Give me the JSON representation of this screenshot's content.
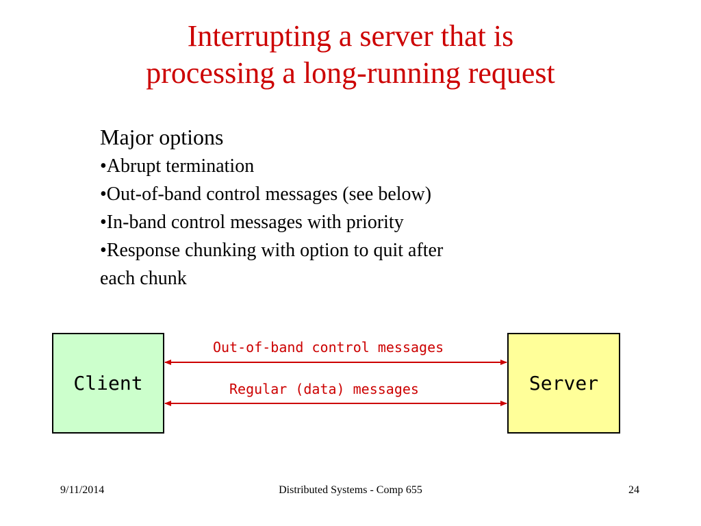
{
  "slide": {
    "title_lines": [
      "Interrupting a server that is",
      "processing a long-running request"
    ],
    "heading": "Major options",
    "bullets": [
      "•Abrupt termination",
      "•Out-of-band control messages (see below)",
      "•In-band control messages with priority",
      "•Response chunking with option to quit after"
    ],
    "bullet_continuation": "each chunk"
  },
  "diagram": {
    "client_label": "Client",
    "server_label": "Server",
    "oob_label": "Out-of-band control messages",
    "regular_label": "Regular (data) messages",
    "client_color": "#ccffcc",
    "server_color": "#ffff99",
    "arrow_color": "#cc0000"
  },
  "footer": {
    "date": "9/11/2014",
    "center": "Distributed Systems - Comp 655",
    "page": "24"
  },
  "colors": {
    "title": "#cc0000",
    "text": "#000000"
  }
}
